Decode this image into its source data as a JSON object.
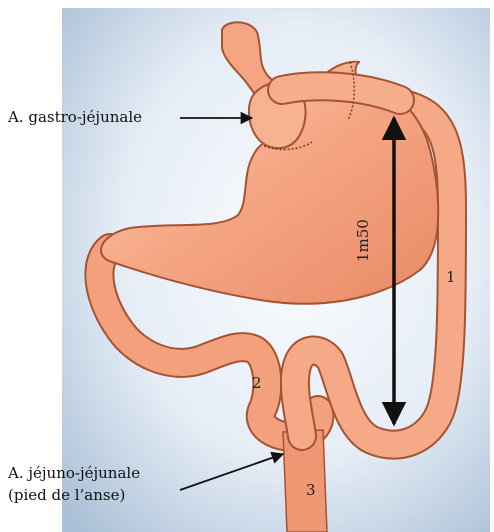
{
  "labels": {
    "gastro": "A. gastro-jéjunale",
    "jejuno_line1": "A. jéjuno-jéjunale",
    "jejuno_line2": "(pied de l’anse)",
    "distance": "1m50",
    "limb1": "1",
    "limb2": "2",
    "limb3": "3"
  },
  "colors": {
    "background_light": "#f7f9fc",
    "background_blue": "#a9bfd6",
    "organ_fill": "#f5a582",
    "organ_highlight": "#fbcfb6",
    "organ_stroke": "#a45334",
    "arrow": "#111111"
  }
}
